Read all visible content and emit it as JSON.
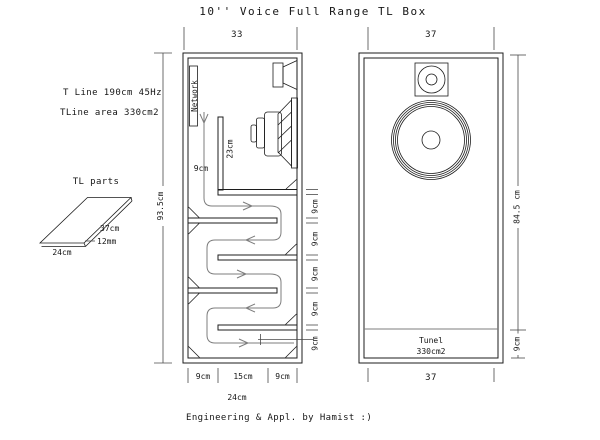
{
  "title": "10'' Voice Full Range TL Box",
  "colors": {
    "background": "#ffffff",
    "ink": "#1c1c1c",
    "dimension": "#4a4a4a",
    "airflow_path": "#7d7d7d"
  },
  "notes": {
    "line1": "T Line 190cm 45Hz",
    "line2": "TLine area 330cm2"
  },
  "tl_parts": {
    "heading": "TL parts",
    "depth": "37cm",
    "width": "24cm",
    "thickness": "12mm"
  },
  "section_view": {
    "top_width": "33",
    "height": "93.5cm",
    "network_label": "Network",
    "first_channel_width": "9cm",
    "divider_length": "23cm",
    "channel_labels": [
      "9cm",
      "9cm",
      "9cm",
      "9cm",
      "9cm"
    ],
    "bottom_dims": [
      "9cm",
      "15cm",
      "9cm"
    ],
    "bottom_total": "24cm"
  },
  "front_view": {
    "top_width": "37",
    "height": "84.5 cm",
    "port_height": "9cm",
    "tunnel_line1": "Tunel",
    "tunnel_line2": "330cm2",
    "bottom_width": "37"
  },
  "footer": "Engineering & Appl. by Hamist  :)"
}
